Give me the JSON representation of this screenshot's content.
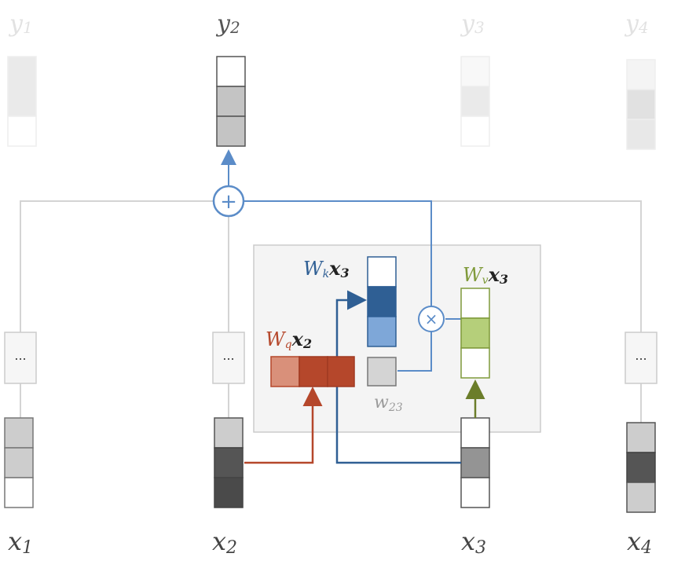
{
  "outputs": {
    "y1": {
      "letter": "y",
      "sub": "1"
    },
    "y2": {
      "letter": "y",
      "sub": "2"
    },
    "y3": {
      "letter": "y",
      "sub": "3"
    },
    "y4": {
      "letter": "y",
      "sub": "4"
    }
  },
  "inputs": {
    "x1": {
      "letter": "x",
      "sub": "1"
    },
    "x2": {
      "letter": "x",
      "sub": "2"
    },
    "x3": {
      "letter": "x",
      "sub": "3"
    },
    "x4": {
      "letter": "x",
      "sub": "4"
    }
  },
  "ellipsis": "...",
  "query": {
    "w": "W",
    "sub": "q",
    "x": "x",
    "xsub": "2"
  },
  "key": {
    "w": "W",
    "sub": "k",
    "x": "x",
    "xsub": "3"
  },
  "value": {
    "w": "W",
    "sub": "v",
    "x": "x",
    "xsub": "3"
  },
  "weight": {
    "w": "w",
    "sub": "23"
  },
  "sum_symbol": "+",
  "mul_symbol": "×",
  "colors": {
    "query": "#b5472b",
    "key": "#2f5f94",
    "value": "#7f9a3a",
    "gray_line": "#cfcfcf",
    "flow_blue": "#5b8cc8",
    "panel": "#f4f4f4"
  }
}
